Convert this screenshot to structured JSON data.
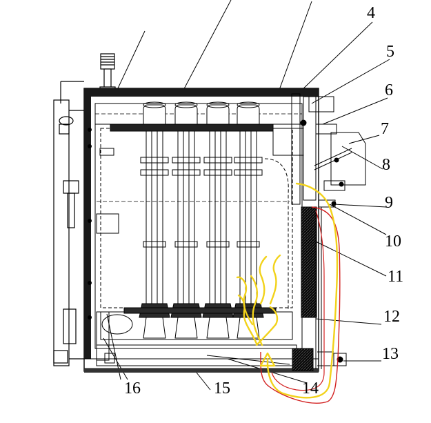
{
  "figure": {
    "labels": {
      "n4": "4",
      "n5": "5",
      "n6": "6",
      "n7": "7",
      "n8": "8",
      "n9": "9",
      "n10": "10",
      "n11": "11",
      "n12": "12",
      "n13": "13",
      "n14": "14",
      "n15": "15",
      "n16": "16"
    },
    "annotation_colors": {
      "flame_path": "#f2d21a",
      "red_path": "#d21f1f"
    }
  }
}
